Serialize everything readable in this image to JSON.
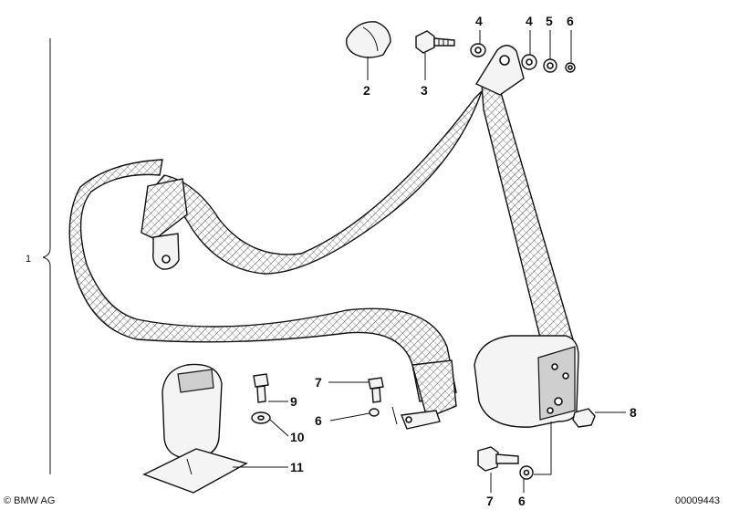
{
  "diagram": {
    "copyright": "© BMW AG",
    "drawing_number": "00009443",
    "assembly_label": "1",
    "callouts": [
      {
        "id": "2",
        "label": "2"
      },
      {
        "id": "3",
        "label": "3"
      },
      {
        "id": "4a",
        "label": "4"
      },
      {
        "id": "4b",
        "label": "4"
      },
      {
        "id": "5",
        "label": "5"
      },
      {
        "id": "6a",
        "label": "6"
      },
      {
        "id": "6b",
        "label": "6"
      },
      {
        "id": "6c",
        "label": "6"
      },
      {
        "id": "7a",
        "label": "7"
      },
      {
        "id": "7b",
        "label": "7"
      },
      {
        "id": "8",
        "label": "8"
      },
      {
        "id": "9",
        "label": "9"
      },
      {
        "id": "10",
        "label": "10"
      },
      {
        "id": "11",
        "label": "11"
      }
    ]
  }
}
